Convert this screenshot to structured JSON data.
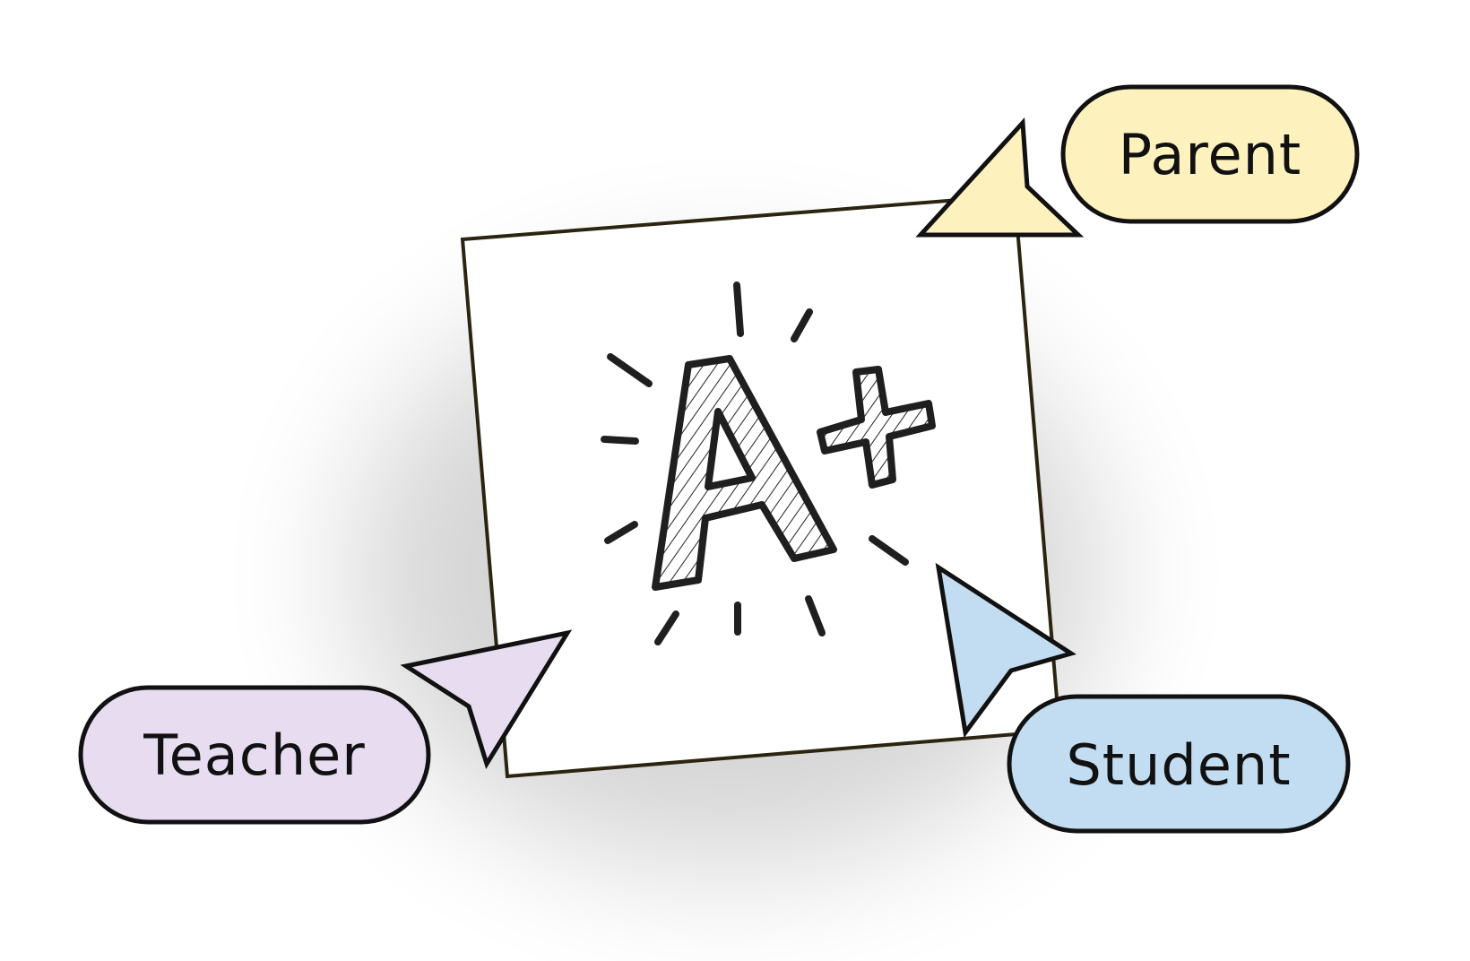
{
  "colors": {
    "background": "#ffffff",
    "outline": "#111111",
    "card_border": "#2b2410",
    "parent_fill": "#fdf1bd",
    "teacher_fill": "#e8dcf1",
    "student_fill": "#c2dcf1",
    "shadow": "#000000"
  },
  "card": {
    "grade_text": "A+",
    "icon": "a-plus-grade-icon"
  },
  "labels": {
    "parent": "Parent",
    "teacher": "Teacher",
    "student": "Student"
  },
  "icons": {
    "parent_cursor": "cursor-pointer-icon",
    "teacher_cursor": "cursor-pointer-icon",
    "student_cursor": "cursor-pointer-icon"
  }
}
